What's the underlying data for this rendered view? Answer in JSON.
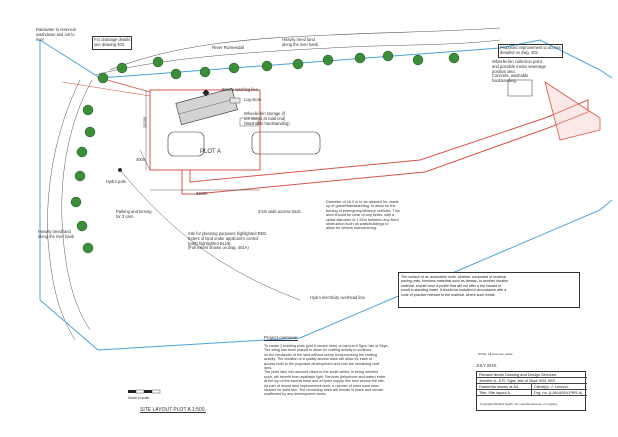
{
  "labels": {
    "rainwater": "Rainwater to reservoir\nwashdown and out to\nriver",
    "drainage": "For drainage details\nsee drawing 404.",
    "river_name": "River Romesdal",
    "heavily_treed_top": "Heavily treed land\nalong the river bank.",
    "proposed_improvement": "Proposed improvement to access\ndetailed on dwg. 402.",
    "wheelie_collection": "Wheelie-bin collection point\nand possible mains sewerage\nposition also.\nConcrete, washable\nhardstanding.",
    "rotary_line": "Rotary washing line.",
    "log_store": "Log-store.",
    "wheelie_storage": "Wheelie-bin storage (if\nnot stored at road end)\n(Washable hardstanding)",
    "dim_100": "10000",
    "plot_a": "PLOT A",
    "dim_400": "4000",
    "hydro_pole": "Hydro pole.",
    "parking": "Parking and turning\nfor 3 cars.",
    "dim_330": "33000",
    "access_track": "3.5m wide access track.",
    "diameter_note": "Diameter of 18.0 m to be allowed for, made\nup of gravel/hardstanding, to allow for the\nturning of emergency/delivery vehicles. This\narea should be clear of any kerbs, with a\nradial diameter of 1.52m between any fixed\nobstruction such as walls/buildings to\nallow for vehicle manoeuvring.",
    "heavily_treed_left": "Heavily treed land\nalong the river bank.",
    "site_planning": "Site for planning purposes highlighted RED.\nExtent of land under applicant's control\n(part) highlighted BLUE.\n(Full extent shown on dwg. 401A)",
    "hydro_line": "Hydro electricity overhead line.",
    "scale_label": "Drawn to scale.",
    "surface_note": "The surface of an accessible route, whether composed of modular\npaving units, formless materials such as tarmac, or another durable\nmaterial, should have a profile that will not offer a trip hazard or\nresult in standing water. It should be installed in accordance with a\ncode of practice relevant to the material, where such exists.",
    "site_layout_title": "SITE LAYOUT PLOT A 1:500.",
    "project_overview_title": "Project overview.",
    "project_overview_body": "To create 2 building plots (plot A shown here) on land at 8 Sgra, Isle of Skye.\nThe siting has been placed to allow for crofting activity to continue\non the remainder of the land without overly compromising the crofting\nactivity. The creation of a quality access track will allow for ease of\naccess both to the proposed development and onto the remaining croft\nland.\nThe plots take into account views to the south whilst, in being oriented\nsuch, will benefit from available light. Services (telephone and water) enter\nat the top of the access track and a Hydro supply line runs across the site.\nAs part of recent land improvement work, a number of trees have been\ncleared for solid fuel. The remaining trees will remain in place and remain\nunaffected by any development works.",
    "note_small": "NOTE: All sizes are noted."
  },
  "title_block": {
    "date": "JULY 2018.",
    "company": "Richard Neath Drawing and Design Services.",
    "client_address": "Jennifer A. & R. Sgra, Isle of Skye IV51 9XE.",
    "scale_sheet": "Drawn/As shown at A3.",
    "client": "Client(s): J. Lennon.",
    "drawing_title": "Title: Site layout A.",
    "drawing_no": "Drg. no. (LAN-6054-PRR-A)",
    "copyright": "Copyright Richard Neath. No unauthorised use or copying."
  },
  "colors": {
    "site_red": "#d9544a",
    "control_blue": "#4aa3d9",
    "tree_green": "#3c8d3a",
    "line_dark": "#333333"
  }
}
